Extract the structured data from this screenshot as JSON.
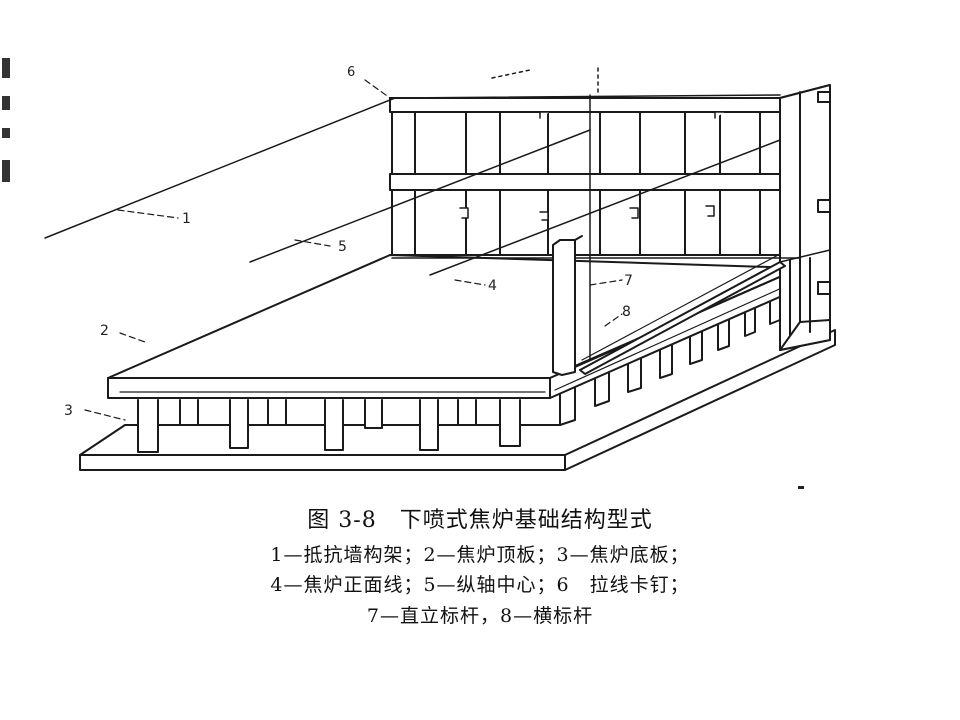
{
  "figure": {
    "title": "图 3-8　下喷式焦炉基础结构型式",
    "legend_lines": [
      "1—抵抗墙构架；2—焦炉顶板；3—焦炉底板；",
      "4—焦炉正面线；5—纵轴中心；6　拉线卡钉；",
      "7—直立标杆，8—横标杆"
    ]
  },
  "callouts": {
    "c1": "1",
    "c2": "2",
    "c3": "3",
    "c4": "4",
    "c5": "5",
    "c6": "6",
    "c7": "7",
    "c8": "8"
  }
}
